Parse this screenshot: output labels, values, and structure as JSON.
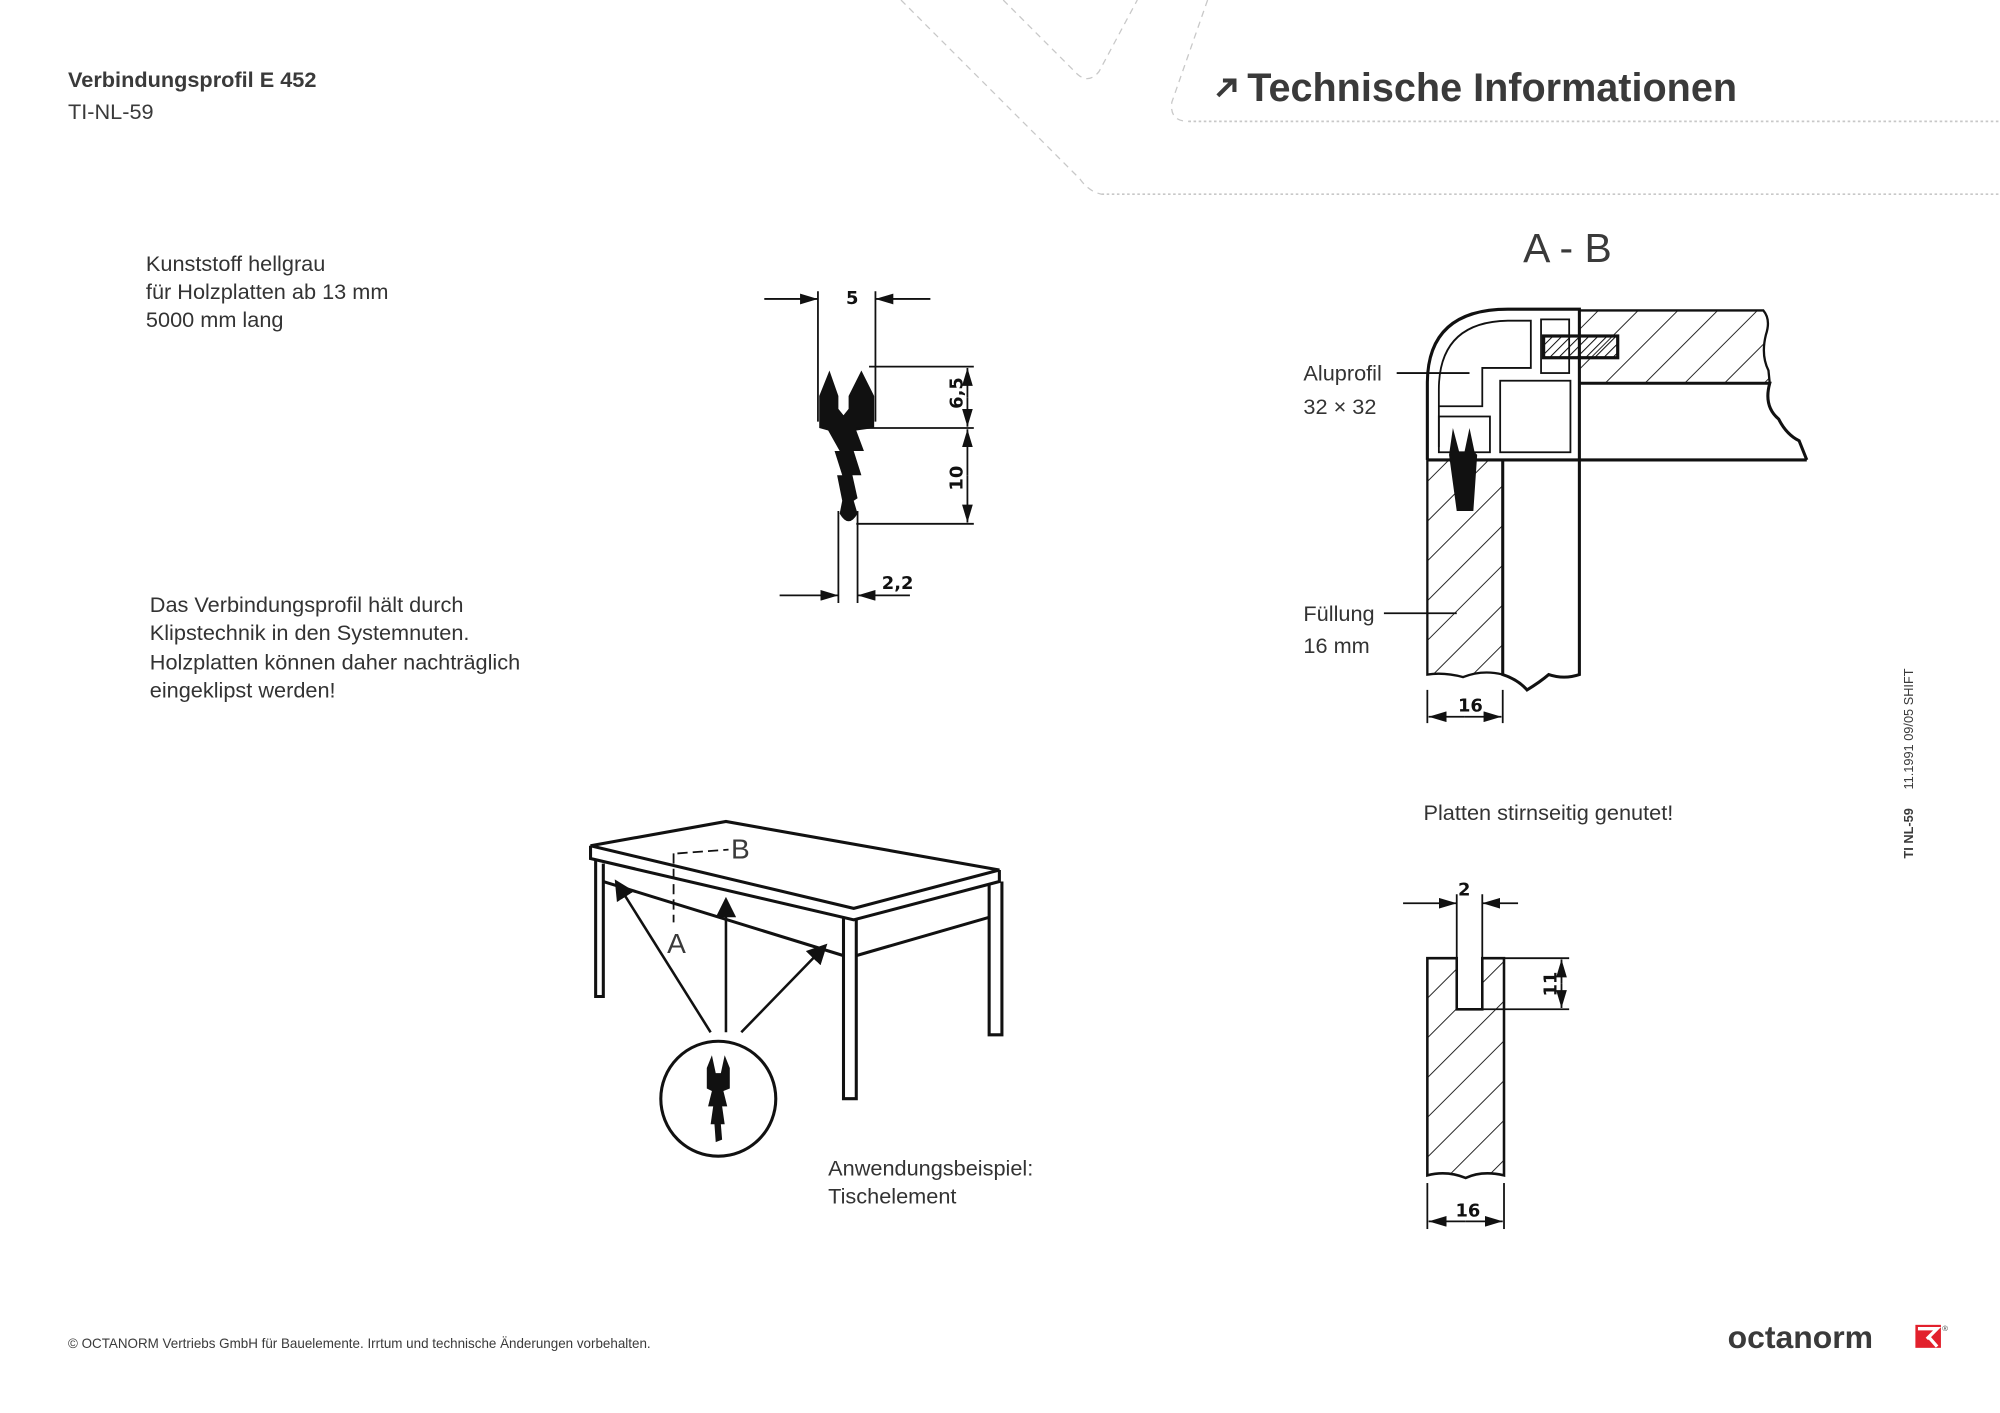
{
  "header": {
    "product_title": "Verbindungsprofil E 452",
    "doc_code": "TI-NL-59",
    "section_title": "Technische Informationen",
    "section_icon": "arrow-up-right-icon"
  },
  "description": {
    "specs": [
      "Kunststoff hellgrau",
      "für Holzplatten ab 13 mm",
      "5000 mm lang"
    ],
    "paragraph": [
      "Das Verbindungsprofil hält durch",
      "Klipstechnik in den Systemnuten.",
      "Holzplatten können daher nachträglich",
      "eingeklipst werden!"
    ]
  },
  "profile_drawing": {
    "dim_width": "5",
    "dim_head": "6,5",
    "dim_stem": "10",
    "dim_stem_width": "2,2"
  },
  "section_drawing": {
    "title": "A - B",
    "label_profile": "Aluprofil",
    "label_profile_size": "32 × 32",
    "label_fill": "Füllung",
    "label_fill_size": "16 mm",
    "dim_fill": "16"
  },
  "groove_drawing": {
    "note": "Platten stirnseitig genutet!",
    "dim_groove_width": "2",
    "dim_groove_depth": "11",
    "dim_panel": "16"
  },
  "table_drawing": {
    "label_b": "B",
    "label_a": "A",
    "caption": [
      "Anwendungsbeispiel:",
      "Tischelement"
    ]
  },
  "side_note": {
    "code": "TI NL-59",
    "meta": "11.1991 09/05 SHIFT"
  },
  "footer": {
    "copyright": "© OCTANORM Vertriebs GmbH für Bauelemente. Irrtum und technische Änderungen vorbehalten.",
    "logo_text": "octanorm",
    "logo_mark": "®",
    "brand_color": "#e2202c"
  }
}
